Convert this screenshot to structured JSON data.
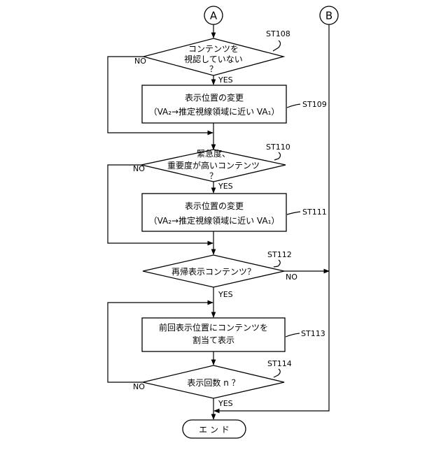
{
  "connectors": {
    "a": "A",
    "b": "B"
  },
  "steps": {
    "st108": {
      "ref": "ST108",
      "lines": [
        "コンテンツを",
        "視認していない",
        "？"
      ],
      "yes": "YES",
      "no": "NO"
    },
    "st109": {
      "ref": "ST109",
      "lines": [
        "表示位置の変更",
        "（VA₂→推定視線領域に近い VA₁）"
      ]
    },
    "st110": {
      "ref": "ST110",
      "lines": [
        "緊急度、",
        "重要度が高いコンテンツ",
        "？"
      ],
      "yes": "YES",
      "no": "NO"
    },
    "st111": {
      "ref": "ST111",
      "lines": [
        "表示位置の変更",
        "（VA₂→推定視線領域に近い VA₁）"
      ]
    },
    "st112": {
      "ref": "ST112",
      "lines": [
        "再帰表示コンテンツ？"
      ],
      "yes": "YES",
      "no": "NO"
    },
    "st113": {
      "ref": "ST113",
      "lines": [
        "前回表示位置にコンテンツを",
        "割当て表示"
      ]
    },
    "st114": {
      "ref": "ST114",
      "lines": [
        "表示回数 n ？"
      ],
      "yes": "YES",
      "no": "NO"
    }
  },
  "end": {
    "label": "エ ン ド"
  }
}
